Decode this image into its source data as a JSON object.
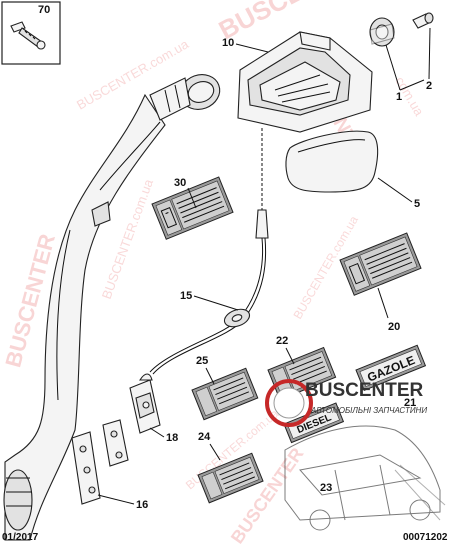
{
  "callouts": {
    "c70": "70",
    "c10": "10",
    "c1": "1",
    "c2": "2",
    "c5": "5",
    "c30": "30",
    "c15": "15",
    "c20": "20",
    "c22": "22",
    "c25": "25",
    "c21": "21",
    "c24": "24",
    "c18": "18",
    "c23": "23",
    "c16": "16"
  },
  "tags": {
    "gazole": "GAZOLE",
    "diesel": "DIESEL"
  },
  "watermarks": {
    "brand": "BUSCENTER",
    "domain": "BUSCENTER.com.ua",
    "domain_short": "com.ua"
  },
  "logo": {
    "title": "BUSCENTER",
    "subtitle": "АВТОМОБІЛЬНІ ЗАПЧАСТИНИ"
  },
  "footer": {
    "date": "01/2017",
    "ref": "00071202"
  },
  "colors": {
    "watermark": "#e86a6a",
    "logo_ring": "#c62828",
    "ink": "#111111"
  }
}
